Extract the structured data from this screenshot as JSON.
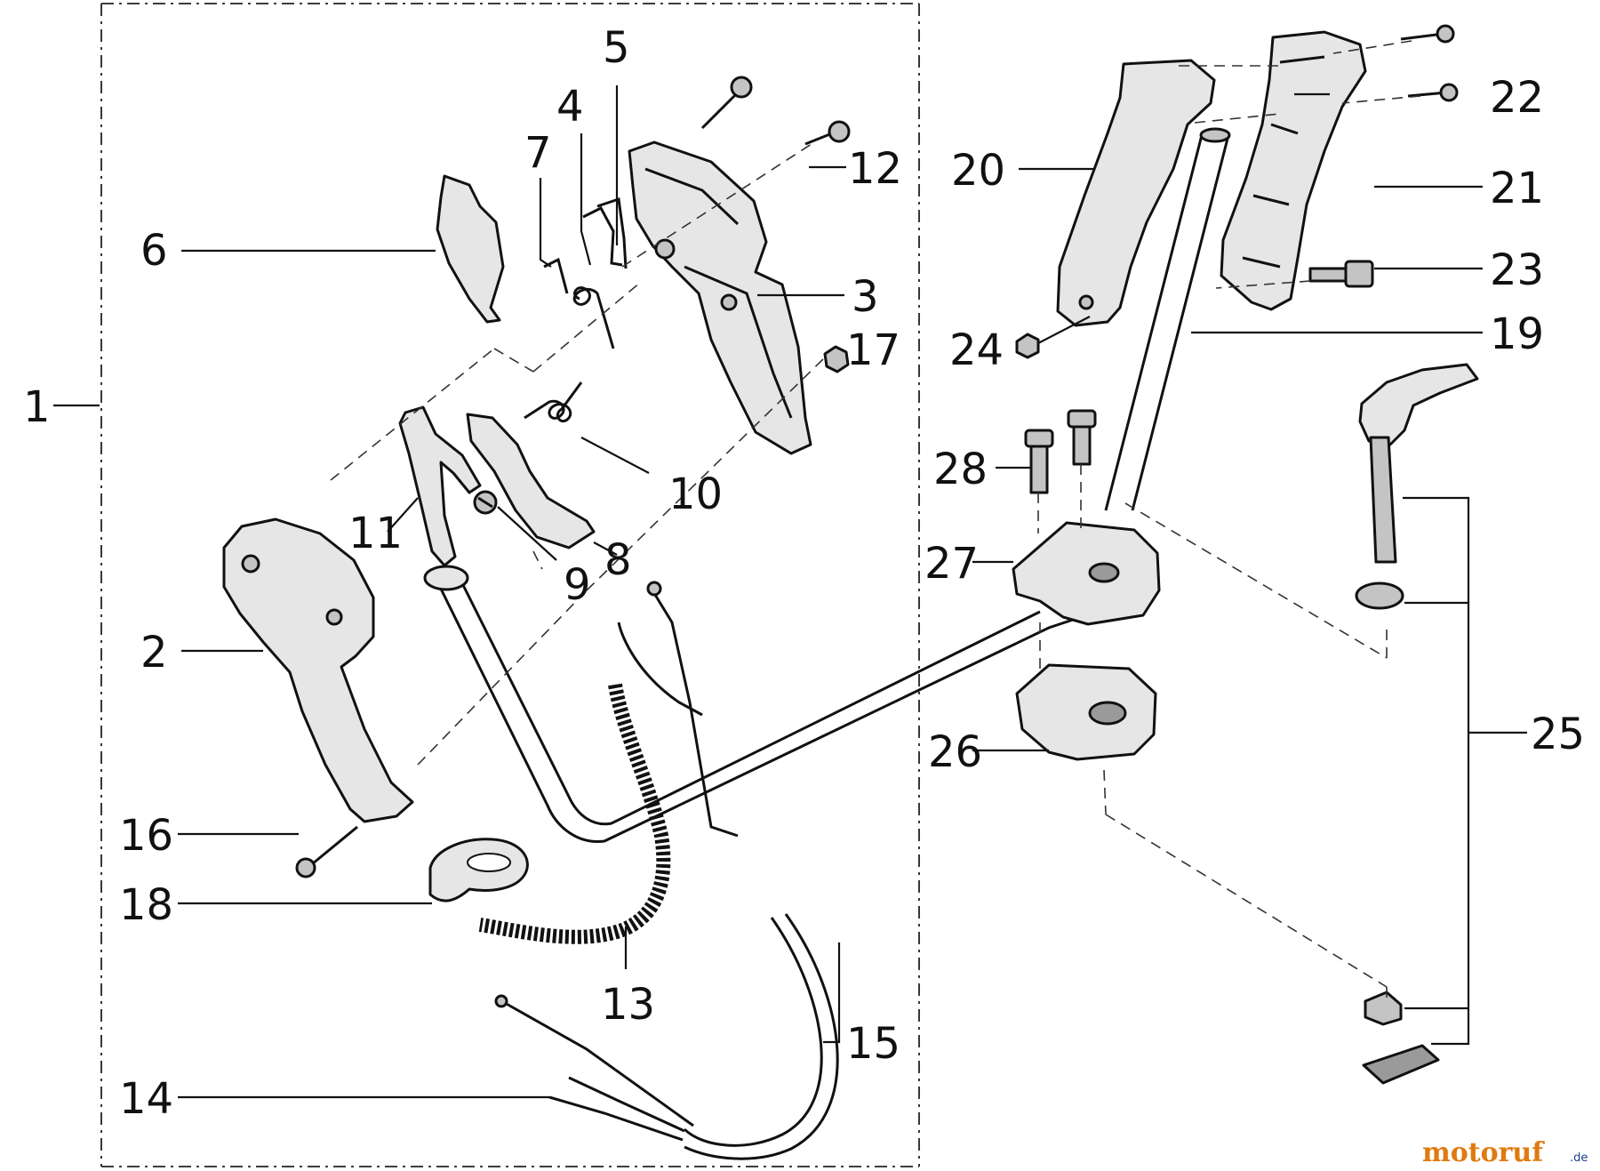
{
  "callouts": [
    {
      "id": "c1",
      "text": "1"
    },
    {
      "id": "c2",
      "text": "2"
    },
    {
      "id": "c3",
      "text": "3"
    },
    {
      "id": "c4",
      "text": "4"
    },
    {
      "id": "c5",
      "text": "5"
    },
    {
      "id": "c6",
      "text": "6"
    },
    {
      "id": "c7",
      "text": "7"
    },
    {
      "id": "c8",
      "text": "8"
    },
    {
      "id": "c9",
      "text": "9"
    },
    {
      "id": "c10",
      "text": "10"
    },
    {
      "id": "c11",
      "text": "11"
    },
    {
      "id": "c12",
      "text": "12"
    },
    {
      "id": "c13",
      "text": "13"
    },
    {
      "id": "c14",
      "text": "14"
    },
    {
      "id": "c15",
      "text": "15"
    },
    {
      "id": "c16",
      "text": "16"
    },
    {
      "id": "c17",
      "text": "17"
    },
    {
      "id": "c18",
      "text": "18"
    },
    {
      "id": "c19",
      "text": "19"
    },
    {
      "id": "c20",
      "text": "20"
    },
    {
      "id": "c21",
      "text": "21"
    },
    {
      "id": "c22",
      "text": "22"
    },
    {
      "id": "c23",
      "text": "23"
    },
    {
      "id": "c24",
      "text": "24"
    },
    {
      "id": "c25",
      "text": "25"
    },
    {
      "id": "c26",
      "text": "26"
    },
    {
      "id": "c27",
      "text": "27"
    },
    {
      "id": "c28",
      "text": "28"
    }
  ],
  "watermark": {
    "brand": "motoruf",
    "suffix": ".de"
  },
  "colors": {
    "ink": "#111111",
    "brand_orange": "#e07a10",
    "brand_blue": "#1f3f8f"
  }
}
